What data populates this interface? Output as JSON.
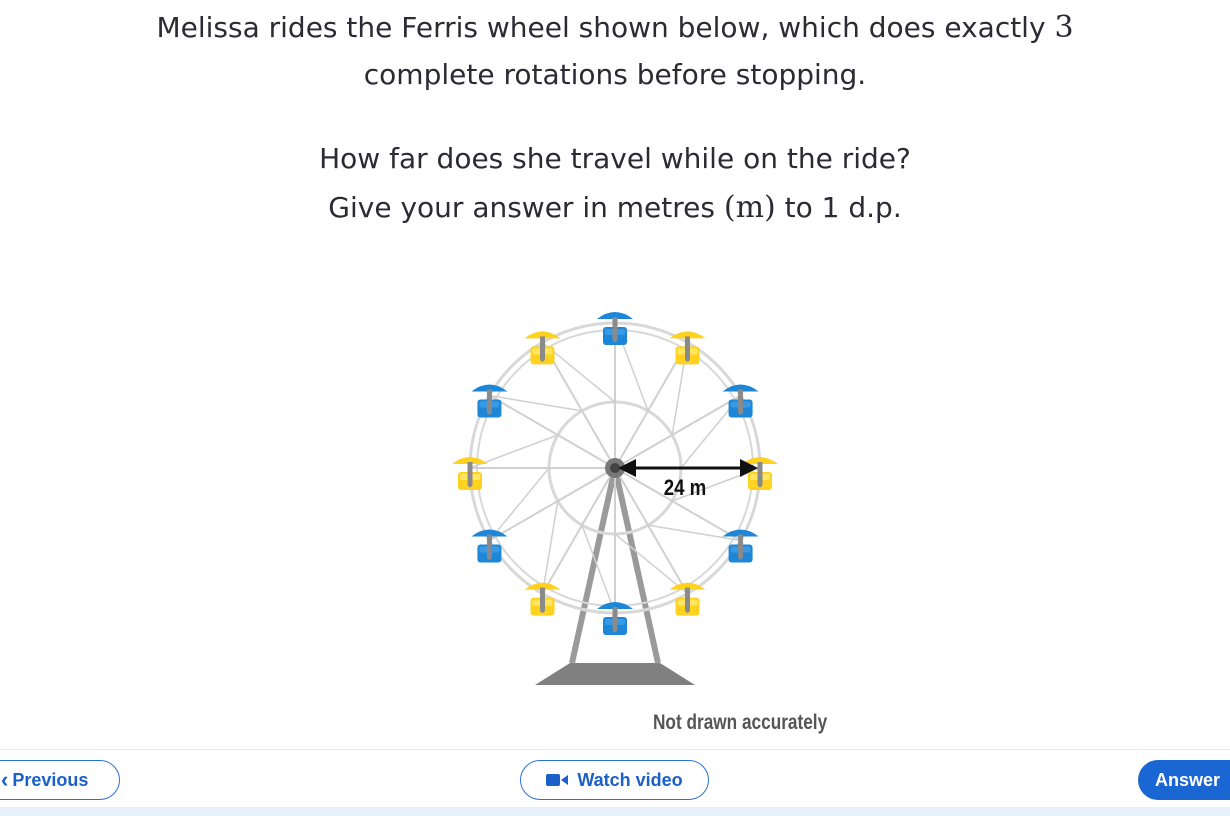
{
  "question": {
    "line1_text": "Melissa rides the Ferris wheel shown below, which does exactly",
    "line1_number": "3",
    "line2": "complete rotations before stopping.",
    "line3": "How far does she travel while on the ride?",
    "line4_start": "Give your answer in metres",
    "line4_unit": "(m)",
    "line4_end": "to 1 d.p."
  },
  "diagram": {
    "radius_label": "24 m",
    "caption": "Not drawn accurately",
    "colors": {
      "blue_cabin": "#1e86d6",
      "yellow_cabin": "#ffd21f",
      "frame": "#d8d8d8",
      "base": "#808080"
    }
  },
  "nav": {
    "previous_label": "Previous",
    "previous_icon": "chevron-left-icon",
    "video_label": "Watch video",
    "video_icon": "video-camera-icon",
    "answer_label": "Answer"
  }
}
